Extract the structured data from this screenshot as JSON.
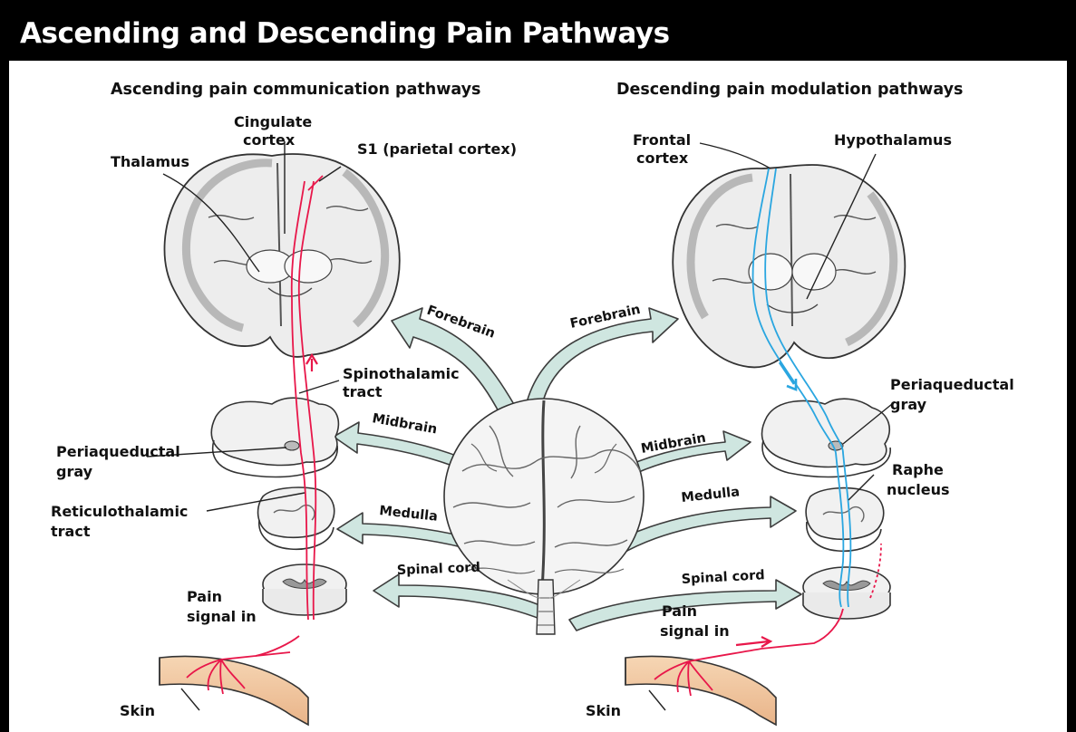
{
  "title": "Ascending and Descending Pain Pathways",
  "left": {
    "heading": "Ascending pain communication pathways",
    "labels": {
      "cingulate_1": "Cingulate",
      "cingulate_2": "cortex",
      "s1": "S1 (parietal cortex)",
      "thalamus": "Thalamus",
      "spinothalamic_1": "Spinothalamic",
      "spinothalamic_2": "tract",
      "pag_1": "Periaqueductal",
      "pag_2": "gray",
      "reticulo_1": "Reticulothalamic",
      "reticulo_2": "tract",
      "pain_1": "Pain",
      "pain_2": "signal in",
      "skin": "Skin"
    }
  },
  "right": {
    "heading": "Descending pain modulation pathways",
    "labels": {
      "frontal_1": "Frontal",
      "frontal_2": "cortex",
      "hypothalamus": "Hypothalamus",
      "pag_1": "Periaqueductal",
      "pag_2": "gray",
      "raphe_1": "Raphe",
      "raphe_2": "nucleus",
      "pain_1": "Pain",
      "pain_2": "signal in",
      "skin": "Skin"
    }
  },
  "arrows": {
    "forebrain_left": "Forebrain",
    "forebrain_right": "Forebrain",
    "midbrain_left": "Midbrain",
    "midbrain_right": "Midbrain",
    "medulla_left": "Medulla",
    "medulla_right": "Medulla",
    "spinal_left": "Spinal cord",
    "spinal_right": "Spinal cord"
  },
  "colors": {
    "title_bar": "#000000",
    "ascending_pathway": "#e8174a",
    "descending_pathway": "#2aa6e0",
    "arrow_fill": "#cfe6e0",
    "skin": "#f2c9a0"
  }
}
